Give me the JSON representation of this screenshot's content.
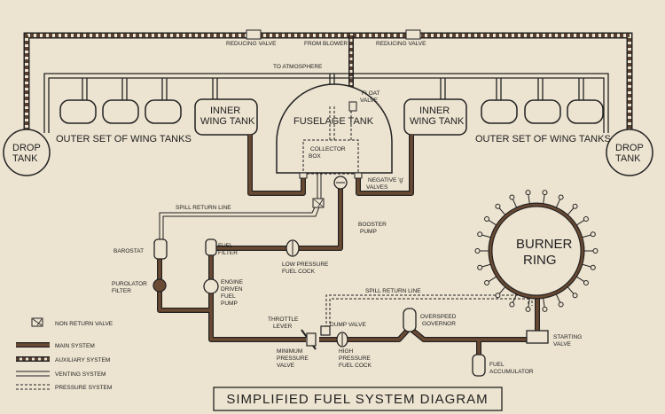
{
  "title": "SIMPLIFIED FUEL SYSTEM DIAGRAM",
  "labels": {
    "reducing_valve": "REDUCING VALVE",
    "from_blower": "FROM BLOWER",
    "to_atmosphere": "TO ATMOSPHERE",
    "float_valve_1": "FLOAT",
    "float_valve_2": "VALVE",
    "fuselage_tank": "FUSELAGE TANK",
    "collector_box_1": "COLLECTOR",
    "collector_box_2": "BOX",
    "negative_g_valves_1": "NEGATIVE 'g'",
    "negative_g_valves_2": "VALVES",
    "inner_wing_tank_1": "INNER",
    "inner_wing_tank_2": "WING TANK",
    "outer_wing_tanks": "OUTER SET OF WING TANKS",
    "drop_tank_1": "DROP",
    "drop_tank_2": "TANK",
    "spill_return_line": "SPILL RETURN LINE",
    "booster_pump_1": "BOOSTER",
    "booster_pump_2": "PUMP",
    "barostat": "BAROSTAT",
    "fuel_filter_1": "FUEL",
    "fuel_filter_2": "FILTER",
    "low_pressure_cock_1": "LOW PRESSURE",
    "low_pressure_cock_2": "FUEL COCK",
    "purolator_filter_1": "PUROLATOR",
    "purolator_filter_2": "FILTER",
    "engine_pump_1": "ENGINE",
    "engine_pump_2": "DRIVEN",
    "engine_pump_3": "FUEL",
    "engine_pump_4": "PUMP",
    "burner_ring_1": "BURNER",
    "burner_ring_2": "RING",
    "throttle_lever_1": "THROTTLE",
    "throttle_lever_2": "LEVER",
    "dump_valve": "DUMP VALVE",
    "overspeed_governor_1": "OVERSPEED",
    "overspeed_governor_2": "GOVERNOR",
    "min_pressure_valve_1": "MINIMUM",
    "min_pressure_valve_2": "PRESSURE",
    "min_pressure_valve_3": "VALVE",
    "high_pressure_cock_1": "HIGH",
    "high_pressure_cock_2": "PRESSURE",
    "high_pressure_cock_3": "FUEL COCK",
    "starting_valve_1": "STARTING",
    "starting_valve_2": "VALVE",
    "fuel_accumulator_1": "FUEL",
    "fuel_accumulator_2": "ACCUMULATOR"
  },
  "legend": [
    {
      "label": "NON RETURN VALVE"
    },
    {
      "label": "MAIN SYSTEM"
    },
    {
      "label": "AUXILIARY SYSTEM"
    },
    {
      "label": "VENTING SYSTEM"
    },
    {
      "label": "PRESSURE SYSTEM"
    }
  ],
  "colors": {
    "background": "#ece3d0",
    "ink": "#222222",
    "main_pipe": "#6b4a33",
    "vent_pipe": "#8a8a8a"
  }
}
